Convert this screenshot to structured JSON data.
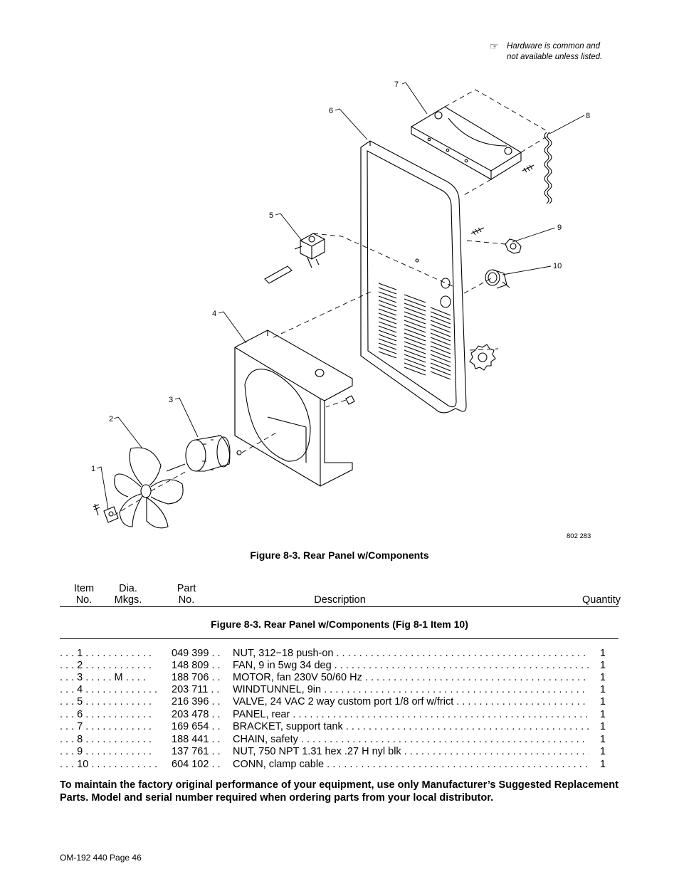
{
  "note": {
    "icon": "pointing-hand-icon",
    "line1": "Hardware is common and",
    "line2": "not available unless listed."
  },
  "diagram": {
    "callouts": [
      "1",
      "2",
      "3",
      "4",
      "5",
      "6",
      "7",
      "8",
      "9",
      "10"
    ],
    "ref_number": "802 283"
  },
  "figure_caption": "Figure 8-3. Rear Panel w/Components",
  "table": {
    "headers": {
      "item_1": "Item",
      "item_2": "No.",
      "dia_1": "Dia.",
      "dia_2": "Mkgs.",
      "part_1": "Part",
      "part_2": "No.",
      "description": "Description",
      "quantity": "Quantity"
    },
    "section_title": "Figure 8-3. Rear Panel w/Components (Fig 8-1 Item 10)",
    "rows": [
      {
        "item": ". . .  1  . . . . . . . . . . . .",
        "part": "049 399 . .",
        "desc": "NUT, 312−18 push-on . . . . . . . . . . . . . . . . . . . . . . . . . . . . . . . . . . . . . . . . . . . . . . . . . . . .",
        "qty": "1"
      },
      {
        "item": ". . .  2  . . . . . . . . . . . .",
        "part": "148 809 . .",
        "desc": "FAN, 9 in 5wg 34 deg  . . . . . . . . . . . . . . . . . . . . . . . . . . . . . . . . . . . . . . . . . . . . . . . . . . .",
        "qty": "1"
      },
      {
        "item": ". . .  3  . . . . .   M  . . . .",
        "part": "188 706 . .",
        "desc": "MOTOR, fan 230V 50/60 Hz  . . . . . . . . . . . . . . . . . . . . . . . . . . . . . . . . . . . . . . . . . . . . . . . .",
        "qty": "1"
      },
      {
        "item": ". . .  4  . . . . . . . . . . . . .",
        "part": "203 711 . .",
        "desc": "WINDTUNNEL, 9in  . . . . . . . . . . . . . . . . . . . . . . . . . . . . . . . . . . . . . . . . . . . . . . . . . . . . .",
        "qty": "1"
      },
      {
        "item": ". . .  5  . . . . . . . . . . . .",
        "part": "216 396 . .",
        "desc": "VALVE, 24 VAC 2 way custom port 1/8 orf w/frict  . . . . . . . . . . . . . . . . . . . . . . . . . . .",
        "qty": "1"
      },
      {
        "item": ". . .  6  . . . . . . . . . . . .",
        "part": "203 478 . .",
        "desc": "PANEL, rear  . . . . . . . . . . . . . . . . . . . . . . . . . . . . . . . . . . . . . . . . . . . . . . . . . . . . . . . . . .",
        "qty": "1"
      },
      {
        "item": ". . .  7  . . . . . . . . . . . .",
        "part": "169 654 . .",
        "desc": "BRACKET, support tank  . . . . . . . . . . . . . . . . . . . . . . . . . . . . . . . . . . . . . . . . . . . . . . . . . . .",
        "qty": "1"
      },
      {
        "item": ". . .  8  . . . . . . . . . . . .",
        "part": "188 441 . .",
        "desc": "CHAIN, safety  . . . . . . . . . . . . . . . . . . . . . . . . . . . . . . . . . . . . . . . . . . . . . . . . . . . . . . . .",
        "qty": "1"
      },
      {
        "item": ". . .  9  . . . . . . . . . . . .",
        "part": "137 761 . .",
        "desc": "NUT, 750 NPT 1.31 hex .27 H nyl blk  . . . . . . . . . . . . . . . . . . . . . . . . . . . . . . . . . . . . . . .",
        "qty": "1"
      },
      {
        "item": ". . . 10 . . . . . . . . . . . .",
        "part": "604 102 . .",
        "desc": "CONN, clamp cable  . . . . . . . . . . . . . . . . . . . . . . . . . . . . . . . . . . . . . . . . . . . . . . . . . . . . . .",
        "qty": "1"
      }
    ]
  },
  "footer_note": "To maintain the factory original performance of your equipment, use only Manufacturer’s Suggested Replacement Parts. Model and serial number required when ordering parts from your local distributor.",
  "page_footer": "OM-192 440 Page 46"
}
